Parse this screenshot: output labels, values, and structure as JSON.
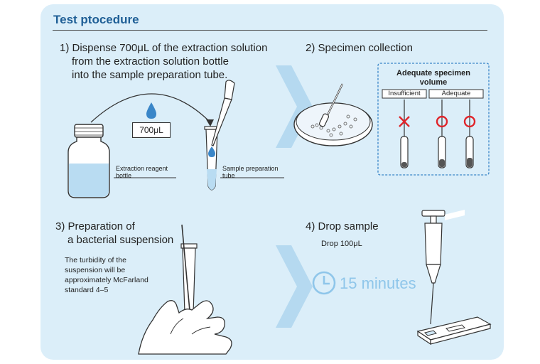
{
  "title": "Test ptocedure",
  "step1": {
    "line1": "1) Dispense 700μL of the extraction solution",
    "line2": "from the extraction solution bottle",
    "line3": "into the sample preparation tube.",
    "volume_label": "700μL",
    "bottle_label_1": "Extraction reagent",
    "bottle_label_2": "bottle",
    "tube_label_1": "Sample preparation",
    "tube_label_2": "tube"
  },
  "step2": {
    "heading": "2) Specimen collection",
    "box_title_1": "Adequate specimen",
    "box_title_2": "volume",
    "insufficient": "Insufficient",
    "adequate": "Adequate"
  },
  "step3": {
    "line1": "3) Preparation of",
    "line2": "a bacterial suspension",
    "note_1": "The turbidity of the",
    "note_2": "suspension will be",
    "note_3": "approximately McFarland",
    "note_4": "standard 4–5"
  },
  "step4": {
    "heading": "4) Drop sample",
    "drop_label": "Drop 100μL",
    "timer_text": "15 minutes"
  },
  "colors": {
    "panel": "#dbeef9",
    "title": "#1f5f96",
    "arrow": "#b5d9f0",
    "accent_blue": "#3a86c8",
    "liquid": "#b9dcf2",
    "cross": "#e0242a",
    "timer": "#8fc6ea"
  },
  "icons": [
    "clock-icon",
    "droplet-icon",
    "cross-mark-icon",
    "circle-mark-icon"
  ]
}
